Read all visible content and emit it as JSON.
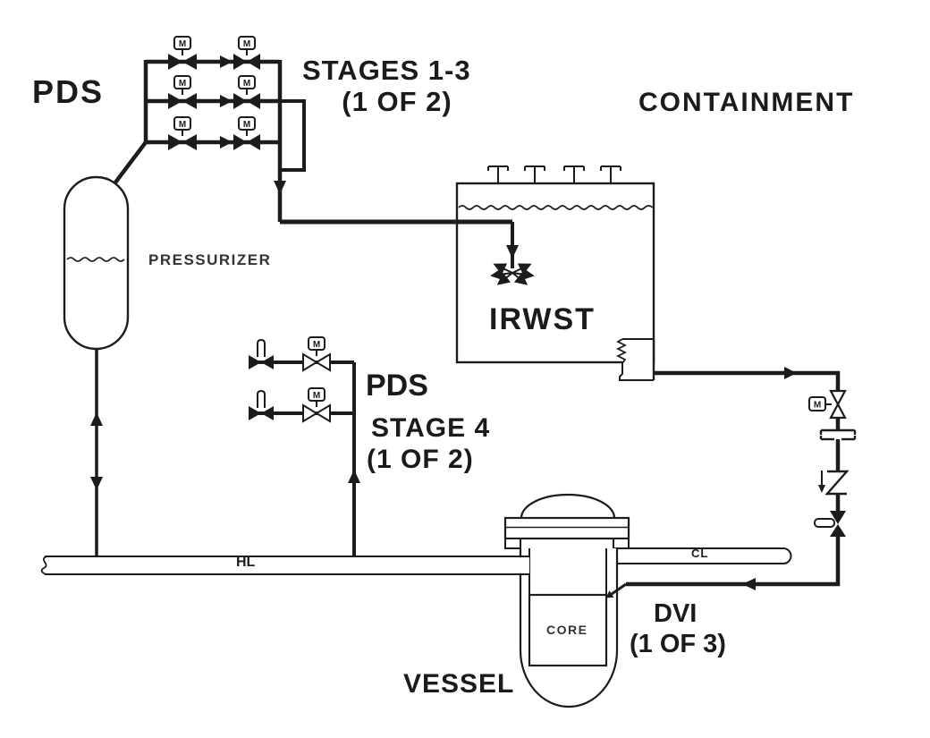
{
  "labels": {
    "pds_top": "PDS",
    "stages_1_3": "STAGES 1-3",
    "stages_1_3_count": "(1 OF 2)",
    "containment": "CONTAINMENT",
    "pressurizer": "PRESSURIZER",
    "irwst": "IRWST",
    "pds_stage4": "PDS",
    "stage4": "STAGE 4",
    "stage4_count": "(1 OF 2)",
    "hot_leg": "HL",
    "cold_leg": "CL",
    "dvi": "DVI",
    "dvi_count": "(1 OF 3)",
    "vessel": "VESSEL",
    "core": "CORE"
  },
  "symbols": {
    "motor_actuator": "M"
  },
  "colors": {
    "line": "#1c1c1c",
    "background": "#ffffff"
  }
}
